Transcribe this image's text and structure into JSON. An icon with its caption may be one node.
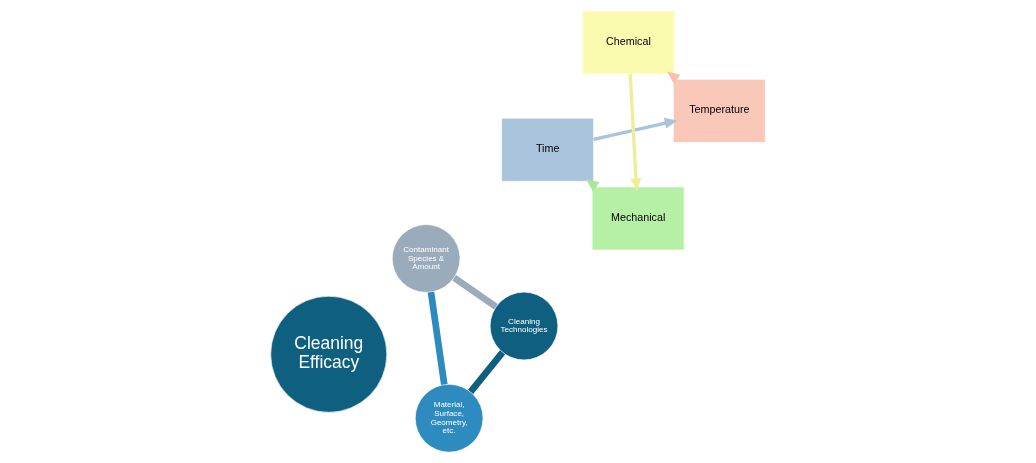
{
  "diagram": {
    "nodes": [
      {
        "text": [
          "Cleaning Efficacy"
        ]
      },
      {
        "text": [
          "Cleaning Technologies"
        ]
      },
      {
        "text": [
          "Material, Surface, Geometry, etc."
        ]
      },
      {
        "text": [
          "Contaminant Species & Amount"
        ]
      },
      {
        "text": [
          "Time"
        ]
      },
      {
        "text": [
          "Temperature"
        ]
      },
      {
        "text": [
          "Mechanical"
        ]
      },
      {
        "text": [
          "Chemical"
        ]
      }
    ],
    "edges": [
      {
        "from": 1,
        "to": 2,
        "arrow": "none",
        "style": "thick",
        "color": "#0f6080"
      },
      {
        "from": 2,
        "to": 3,
        "arrow": "none",
        "style": "thick",
        "color": "#2e8bc0"
      },
      {
        "from": 3,
        "to": 1,
        "arrow": "none",
        "style": "thick",
        "color": "#9aabbb"
      },
      {
        "from": 4,
        "to": 5,
        "arrow": "to",
        "color": "#a9c4dc"
      },
      {
        "from": 5,
        "to": 7,
        "arrow": "to",
        "color": "#f9c0ad"
      },
      {
        "from": 7,
        "to": 6,
        "arrow": "to",
        "color": "#eeee99"
      },
      {
        "from": 6,
        "to": 4,
        "arrow": "to",
        "color": "#a5e895"
      }
    ]
  }
}
